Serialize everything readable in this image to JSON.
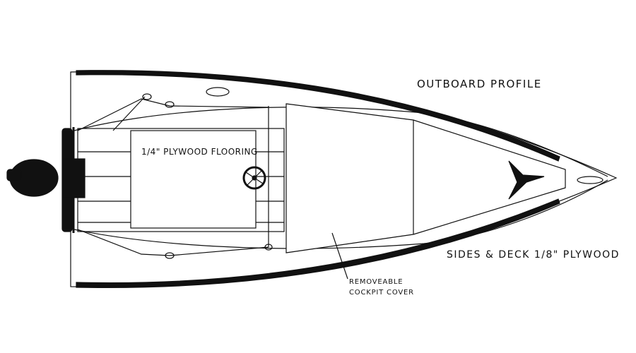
{
  "labels": {
    "outboard_profile": "OUTBOARD PROFILE",
    "flooring": "1/4\" PLYWOOD FLOORING",
    "sides_deck": "SIDES & DECK 1/8\" PLYWOOD",
    "cover_line1": "REMOVEABLE",
    "cover_line2": "COCKPIT COVER"
  },
  "colors": {
    "ink": "#111111",
    "paper": "#ffffff"
  }
}
